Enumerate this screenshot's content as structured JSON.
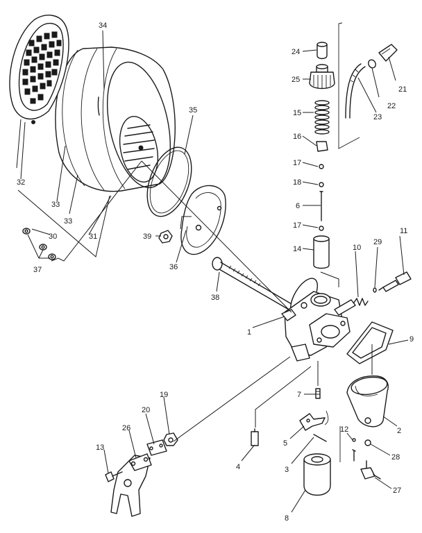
{
  "callouts": [
    "1",
    "2",
    "3",
    "4",
    "5",
    "6",
    "7",
    "8",
    "9",
    "10",
    "11",
    "12",
    "13",
    "14",
    "15",
    "16",
    "17",
    "17",
    "18",
    "19",
    "20",
    "21",
    "22",
    "23",
    "24",
    "25",
    "26",
    "27",
    "28",
    "29",
    "30",
    "31",
    "32",
    "33",
    "33",
    "34",
    "35",
    "36",
    "37",
    "38",
    "39"
  ],
  "colors": {
    "ink": "#1a1a1a",
    "paper": "#ffffff"
  }
}
